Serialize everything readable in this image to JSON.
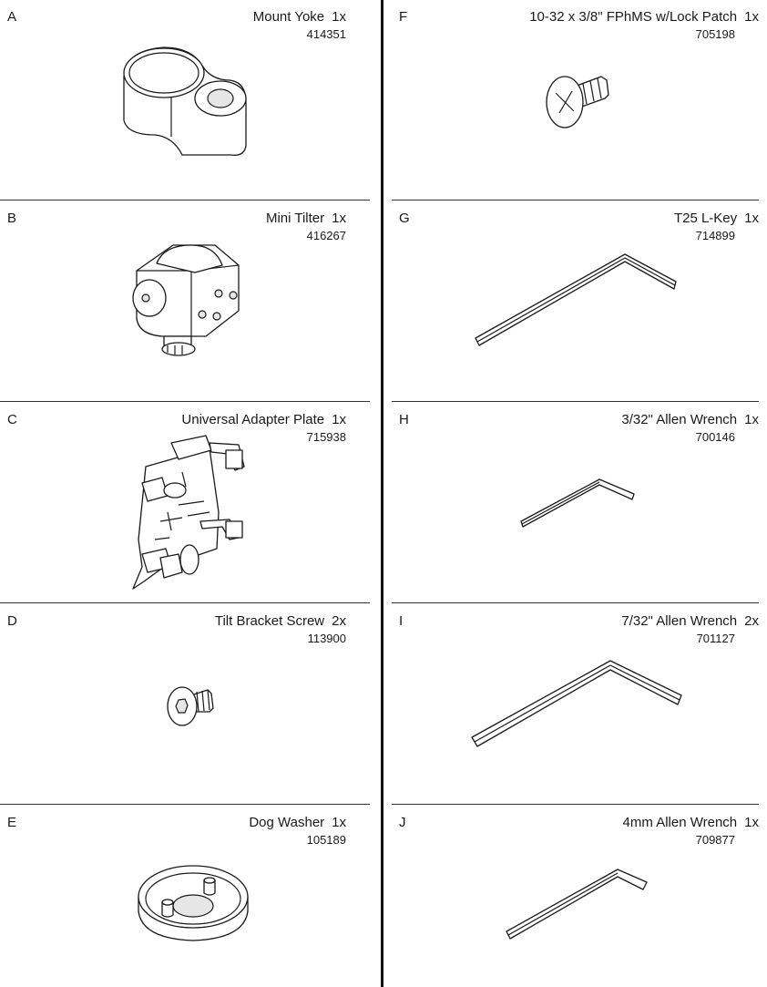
{
  "parts": [
    {
      "letter": "A",
      "name": "Mount Yoke",
      "qty": "1x",
      "part_number": "414351"
    },
    {
      "letter": "B",
      "name": "Mini Tilter",
      "qty": "1x",
      "part_number": "416267"
    },
    {
      "letter": "C",
      "name": "Universal Adapter Plate",
      "qty": "1x",
      "part_number": "715938"
    },
    {
      "letter": "D",
      "name": "Tilt Bracket Screw",
      "qty": "2x",
      "part_number": "113900"
    },
    {
      "letter": "E",
      "name": "Dog Washer",
      "qty": "1x",
      "part_number": "105189"
    },
    {
      "letter": "F",
      "name": "10-32 x 3/8\" FPhMS w/Lock Patch",
      "qty": "1x",
      "part_number": "705198"
    },
    {
      "letter": "G",
      "name": "T25 L-Key",
      "qty": "1x",
      "part_number": "714899"
    },
    {
      "letter": "H",
      "name": "3/32\" Allen Wrench",
      "qty": "1x",
      "part_number": "700146"
    },
    {
      "letter": "I",
      "name": "7/32\" Allen Wrench",
      "qty": "2x",
      "part_number": "701127"
    },
    {
      "letter": "J",
      "name": "4mm Allen Wrench",
      "qty": "1x",
      "part_number": "709877"
    }
  ]
}
